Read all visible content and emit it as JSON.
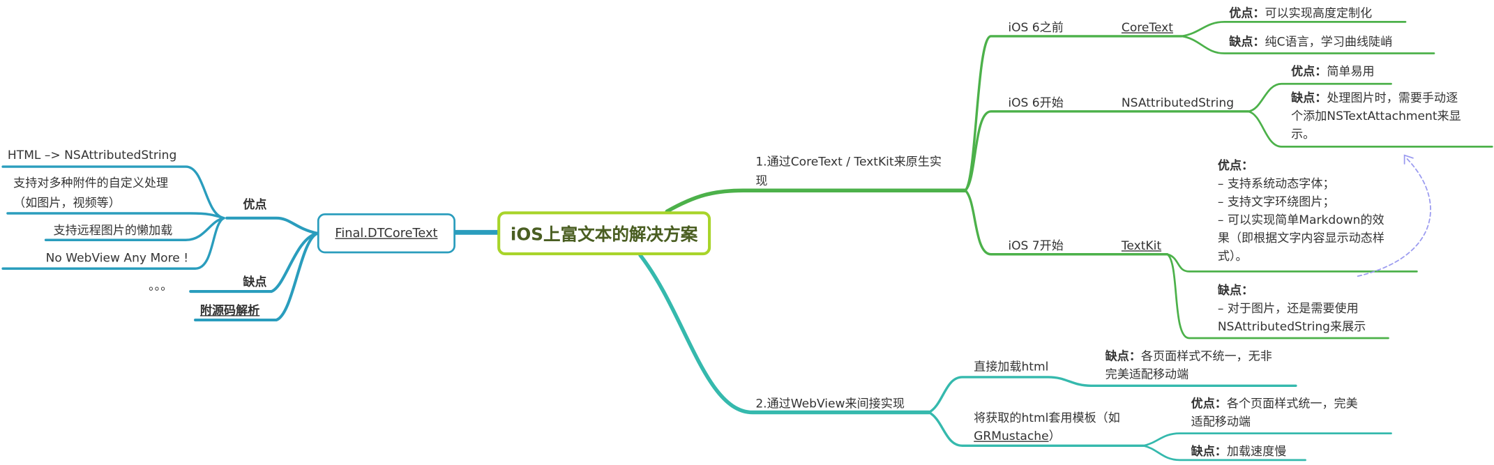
{
  "colors": {
    "green": "#4cb14a",
    "teal": "#35b9ad",
    "blue": "#2a9dbd",
    "root_border": "#a8d42a",
    "root_text": "#4a5e22",
    "arrow": "#9b9bf0"
  },
  "root": "iOS上富文本的解决方案",
  "left": {
    "node": "Final.DTCoreText",
    "pros_label": "优点",
    "pros": [
      "HTML  –> NSAttributedString",
      "支持对多种附件的自定义处理",
      "（如图片，视频等）",
      "支持远程图片的懒加载",
      "No WebView Any More !"
    ],
    "cons_label": "缺点",
    "cons": [
      "。。。"
    ],
    "source_link": "附源码解析"
  },
  "native": {
    "label_1": "1.通过CoreText / TextKit来原生实",
    "label_2": "现",
    "ios6_before": {
      "label": "iOS 6之前",
      "tech": "CoreText",
      "pros_label": "优点：",
      "pros": "可以实现高度定制化",
      "cons_label": "缺点：",
      "cons": "纯C语言，学习曲线陡峭"
    },
    "ios6": {
      "label": "iOS 6开始",
      "tech": "NSAttributedString",
      "pros_label": "优点：",
      "pros": "简单易用",
      "cons_label": "缺点：",
      "cons_lines": [
        "处理图片时，需要手动逐",
        "个添加NSTextAttachment来显",
        "示。"
      ]
    },
    "ios7": {
      "label": "iOS 7开始",
      "tech": "TextKit",
      "pros_label": "优点：",
      "pros_lines": [
        "– 支持系统动态字体；",
        "– 支持文字环绕图片；",
        "– 可以实现简单Markdown的效",
        "果（即根据文字内容显示动态样",
        "式）。"
      ],
      "cons_label": "缺点：",
      "cons_lines": [
        "– 对于图片，还是需要使用",
        "NSAttributedString来展示"
      ]
    }
  },
  "webview": {
    "label": "2.通过WebView来间接实现",
    "direct": {
      "label": "直接加载html",
      "cons_label": "缺点：",
      "cons_lines": [
        "各页面样式不统一，无非",
        "完美适配移动端"
      ]
    },
    "template": {
      "label_1": "将获取的html套用模板（如",
      "label_2_link": "GRMustache",
      "label_2_tail": "）",
      "pros_label": "优点：",
      "pros_lines": [
        "各个页面样式统一，完美",
        "适配移动端"
      ],
      "cons_label": "缺点：",
      "cons": "加载速度慢"
    }
  }
}
